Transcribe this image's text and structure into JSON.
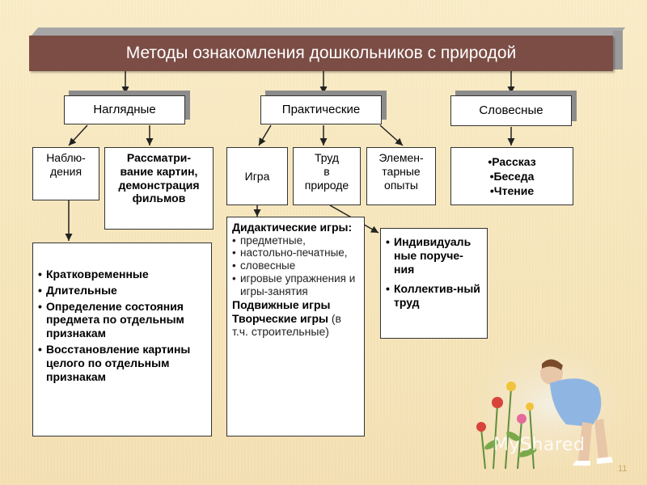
{
  "title": "Методы ознакомления дошкольников с природой",
  "categories": {
    "visual": "Наглядные",
    "practical": "Практические",
    "verbal": "Словесные"
  },
  "visual_methods": {
    "observation": [
      "Наблю-",
      "дения"
    ],
    "viewing": [
      "Рассматри-",
      "вание картин,",
      "демонстрация",
      "фильмов"
    ]
  },
  "practical_methods": {
    "game": "Игра",
    "labor": [
      "Труд",
      "в",
      "природе"
    ],
    "experiments": [
      "Элемен-",
      "тарные",
      "опыты"
    ]
  },
  "verbal_methods": [
    "•Рассказ",
    "•Беседа",
    "•Чтение"
  ],
  "observation_types": [
    "Кратковременные",
    "Длительные",
    "Определение состояния предмета по отдельным признакам",
    "Восстановление картины целого по отдельным признакам"
  ],
  "games": {
    "didactic": "Дидактические игры:",
    "didactic_items": [
      "предметные,",
      "настольно-печатные,",
      "словесные",
      "игровые упражнения и игры-занятия"
    ],
    "mobile": "Подвижные игры",
    "creative": "Творческие игры",
    "creative_note": "(в т.ч. строительные)"
  },
  "labor_types": [
    "Индивидуаль ные поруче-ния",
    "Коллектив-ный труд"
  ],
  "watermark": "MyShared",
  "slide_number": "11"
}
